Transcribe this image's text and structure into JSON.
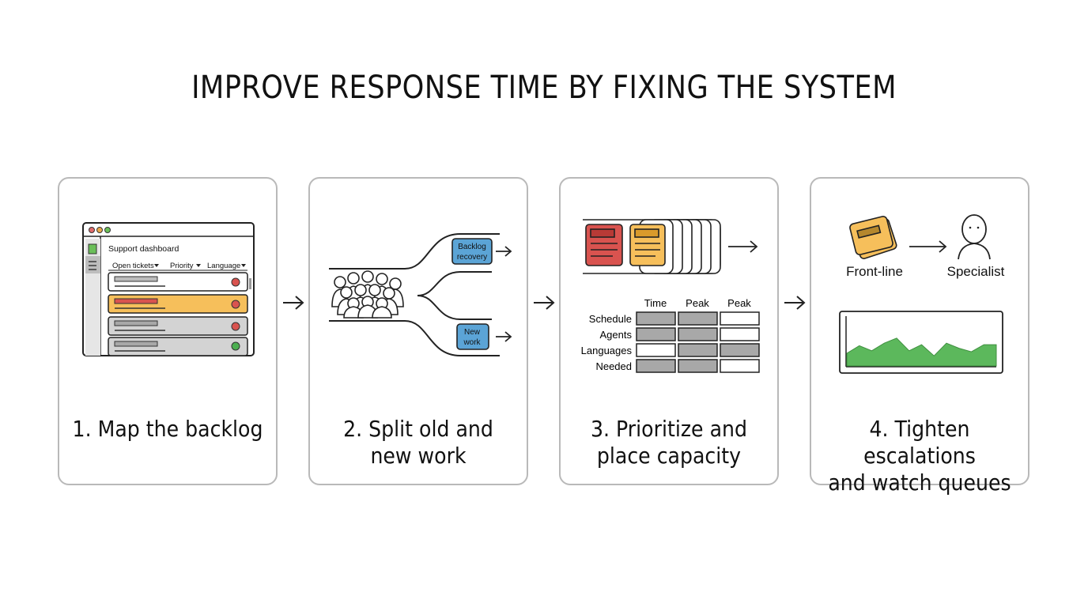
{
  "title": "IMPROVE RESPONSE TIME BY FIXING THE SYSTEM",
  "steps": [
    {
      "caption_line1": "1. Map the backlog",
      "caption_line2": "",
      "dashboard": {
        "title": "Support dashboard",
        "filters": [
          "Open tickets",
          "Priority",
          "Language"
        ],
        "status_colors": [
          "#d9534f",
          "#d9534f",
          "#d9534f",
          "#4caf50"
        ]
      }
    },
    {
      "caption_line1": "2. Split old and",
      "caption_line2": "new work",
      "branch_top": "Backlog recovery",
      "branch_top_l1": "Backlog",
      "branch_top_l2": "recovery",
      "branch_bottom_l1": "New",
      "branch_bottom_l2": "work"
    },
    {
      "caption_line1": "3. Prioritize and",
      "caption_line2": "place capacity",
      "grid": {
        "columns": [
          "Time",
          "Peak",
          "Peak"
        ],
        "rows": [
          "Schedule",
          "Agents",
          "Languages",
          "Needed"
        ],
        "filled": [
          [
            1,
            1,
            0
          ],
          [
            1,
            1,
            0
          ],
          [
            0,
            1,
            1
          ],
          [
            1,
            1,
            0
          ]
        ]
      }
    },
    {
      "caption_line1": "4. Tighten escalations",
      "caption_line2": "and watch queues",
      "from_label": "Front-line",
      "to_label": "Specialist",
      "queue_series": [
        0.25,
        0.4,
        0.3,
        0.45,
        0.55,
        0.3,
        0.42,
        0.2,
        0.45,
        0.35,
        0.28,
        0.42,
        0.42
      ]
    }
  ],
  "colors": {
    "accent_orange": "#f6bf5b",
    "accent_red": "#d9534f",
    "accent_blue": "#5ba4d6",
    "accent_green": "#5cb85c",
    "cell_gray": "#a8a8a8"
  }
}
